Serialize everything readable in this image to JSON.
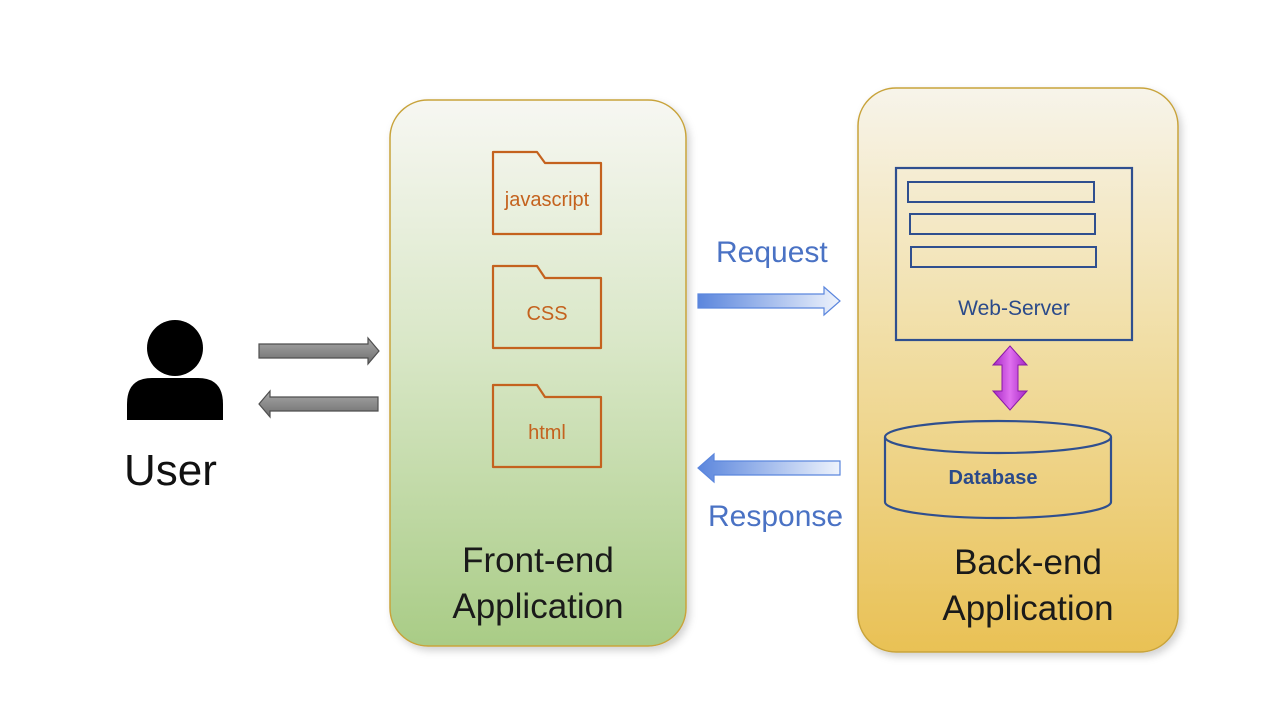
{
  "user": {
    "label": "User",
    "icon": "person-icon"
  },
  "frontend": {
    "title_line1": "Front-end",
    "title_line2": "Application",
    "folders": [
      {
        "label": "javascript",
        "icon": "folder-icon"
      },
      {
        "label": "CSS",
        "icon": "folder-icon"
      },
      {
        "label": "html",
        "icon": "folder-icon"
      }
    ]
  },
  "backend": {
    "title_line1": "Back-end",
    "title_line2": "Application",
    "web_server_label": "Web-Server",
    "database_label": "Database"
  },
  "flows": {
    "request_label": "Request",
    "response_label": "Response"
  },
  "colors": {
    "frontend_gradient_top": "#f7f7f2",
    "frontend_gradient_bottom": "#a9cc86",
    "backend_gradient_top": "#f7f4ea",
    "backend_gradient_bottom": "#e9c155",
    "panel_border": "#c8a33a",
    "folder_outline": "#c4621e",
    "server_outline": "#2f4f8f",
    "flow_arrow": "#5b86dd",
    "user_arrow": "#7f7f7f",
    "db_link_arrow": "#c73ad6"
  }
}
